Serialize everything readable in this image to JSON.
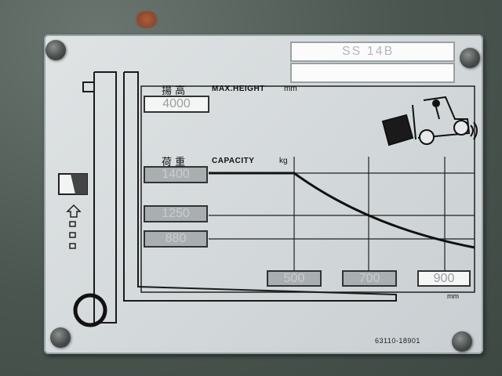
{
  "plate": {
    "model": "SS 14B",
    "max_height": {
      "label_jp": "揚 高",
      "label_en": "MAX.HEIGHT",
      "unit": "mm",
      "value": "4000"
    },
    "capacity": {
      "label_jp": "荷 重",
      "label_en": "CAPACITY",
      "unit": "kg",
      "values": [
        "1400",
        "1250",
        "880"
      ]
    },
    "load_center": {
      "unit": "mm",
      "values": [
        "500",
        "700",
        "900"
      ]
    },
    "part_number": "63110-18901"
  },
  "colors": {
    "plate": "#d8dcde",
    "frame": "#4c5752",
    "ink": "#1a1a1a",
    "rust": "#a0522d"
  },
  "icons": [
    "bolt-icon",
    "forklift-icon",
    "load-box-icon",
    "up-arrow-icon",
    "mast-diagram"
  ]
}
